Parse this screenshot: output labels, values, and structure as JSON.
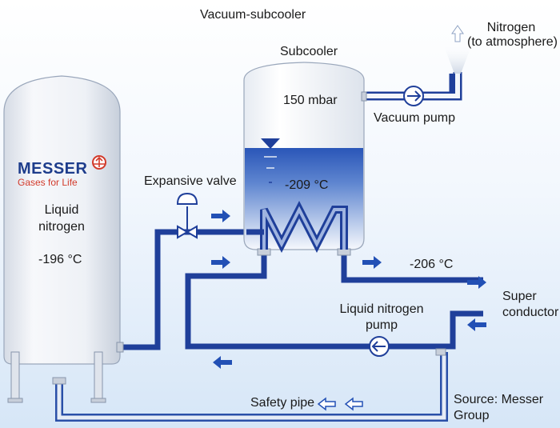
{
  "title": "Vacuum-subcooler",
  "labels": {
    "subcooler": "Subcooler",
    "pressure": "150 mbar",
    "vacuum_pump": "Vacuum pump",
    "nitrogen_line1": "Nitrogen",
    "nitrogen_line2": "(to atmosphere)",
    "expansive_valve": "Expansive valve",
    "subcooler_temp": "-209 °C",
    "tank_line1": "Liquid",
    "tank_line2": "nitrogen",
    "tank_temp": "-196 °C",
    "outlet_temp": "-206 °C",
    "super1": "Super",
    "super2": "conductor",
    "pump_line1": "Liquid nitrogen",
    "pump_line2": "pump",
    "safety_pipe": "Safety pipe",
    "source_line1": "Source: Messer",
    "source_line2": "Group"
  },
  "logo": {
    "name": "MESSER",
    "tagline": "Gases for Life",
    "icon": "messer-logo-icon"
  },
  "colors": {
    "pipe": "#1f3f9a",
    "arrow": "#2250b5",
    "tank_body": "#eef1f6",
    "liquid_top": "#2a56b8",
    "background_top": "#ffffff",
    "background_bottom": "#d6e6f7",
    "logo_red": "#d23a2a",
    "logo_blue": "#1e3d8c"
  }
}
